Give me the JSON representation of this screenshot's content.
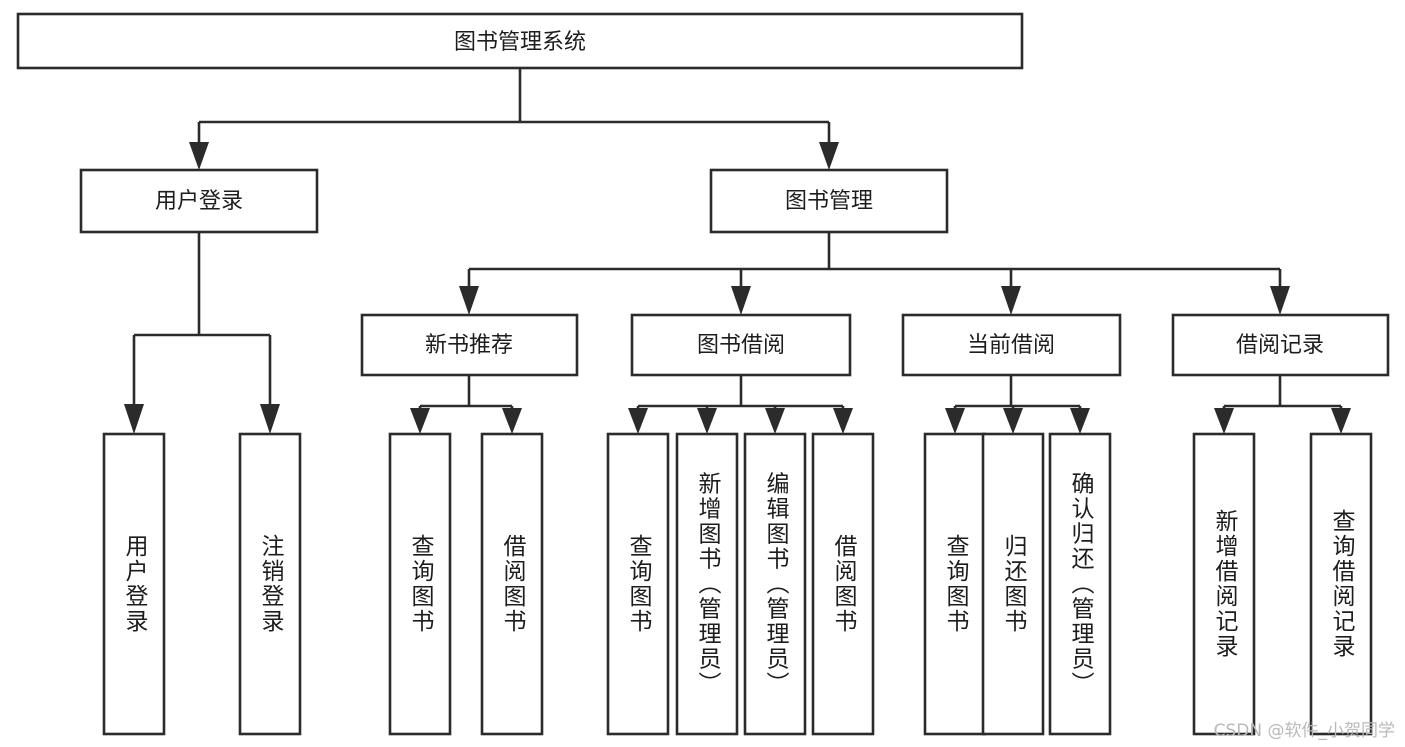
{
  "diagram": {
    "title": "图书管理系统",
    "type": "tree-hierarchy-diagram",
    "colors": {
      "box_stroke": "#2b2b2b",
      "box_fill": "#ffffff",
      "text": "#1d1d1d",
      "background": "#ffffff",
      "watermark": "#b9b9b9"
    },
    "root": {
      "label": "图书管理系统"
    },
    "level2": [
      {
        "label": "用户登录"
      },
      {
        "label": "图书管理"
      }
    ],
    "level3": [
      {
        "label": "新书推荐"
      },
      {
        "label": "图书借阅"
      },
      {
        "label": "当前借阅"
      },
      {
        "label": "借阅记录"
      }
    ],
    "leaves": {
      "user_login": [
        {
          "label": "用户登录"
        },
        {
          "label": "注销登录"
        }
      ],
      "new_book_recommend": [
        {
          "label": "查询图书"
        },
        {
          "label": "借阅图书"
        }
      ],
      "book_borrow": [
        {
          "label": "查询图书"
        },
        {
          "label": "新增图书（管理员）"
        },
        {
          "label": "编辑图书（管理员）"
        },
        {
          "label": "借阅图书"
        }
      ],
      "current_borrow": [
        {
          "label": "查询图书"
        },
        {
          "label": "归还图书"
        },
        {
          "label": "确认归还（管理员）"
        }
      ],
      "borrow_record": [
        {
          "label": "新增借阅记录"
        },
        {
          "label": "查询借阅记录"
        }
      ]
    }
  },
  "watermark": {
    "text": "CSDN @软件_小贺同学"
  }
}
